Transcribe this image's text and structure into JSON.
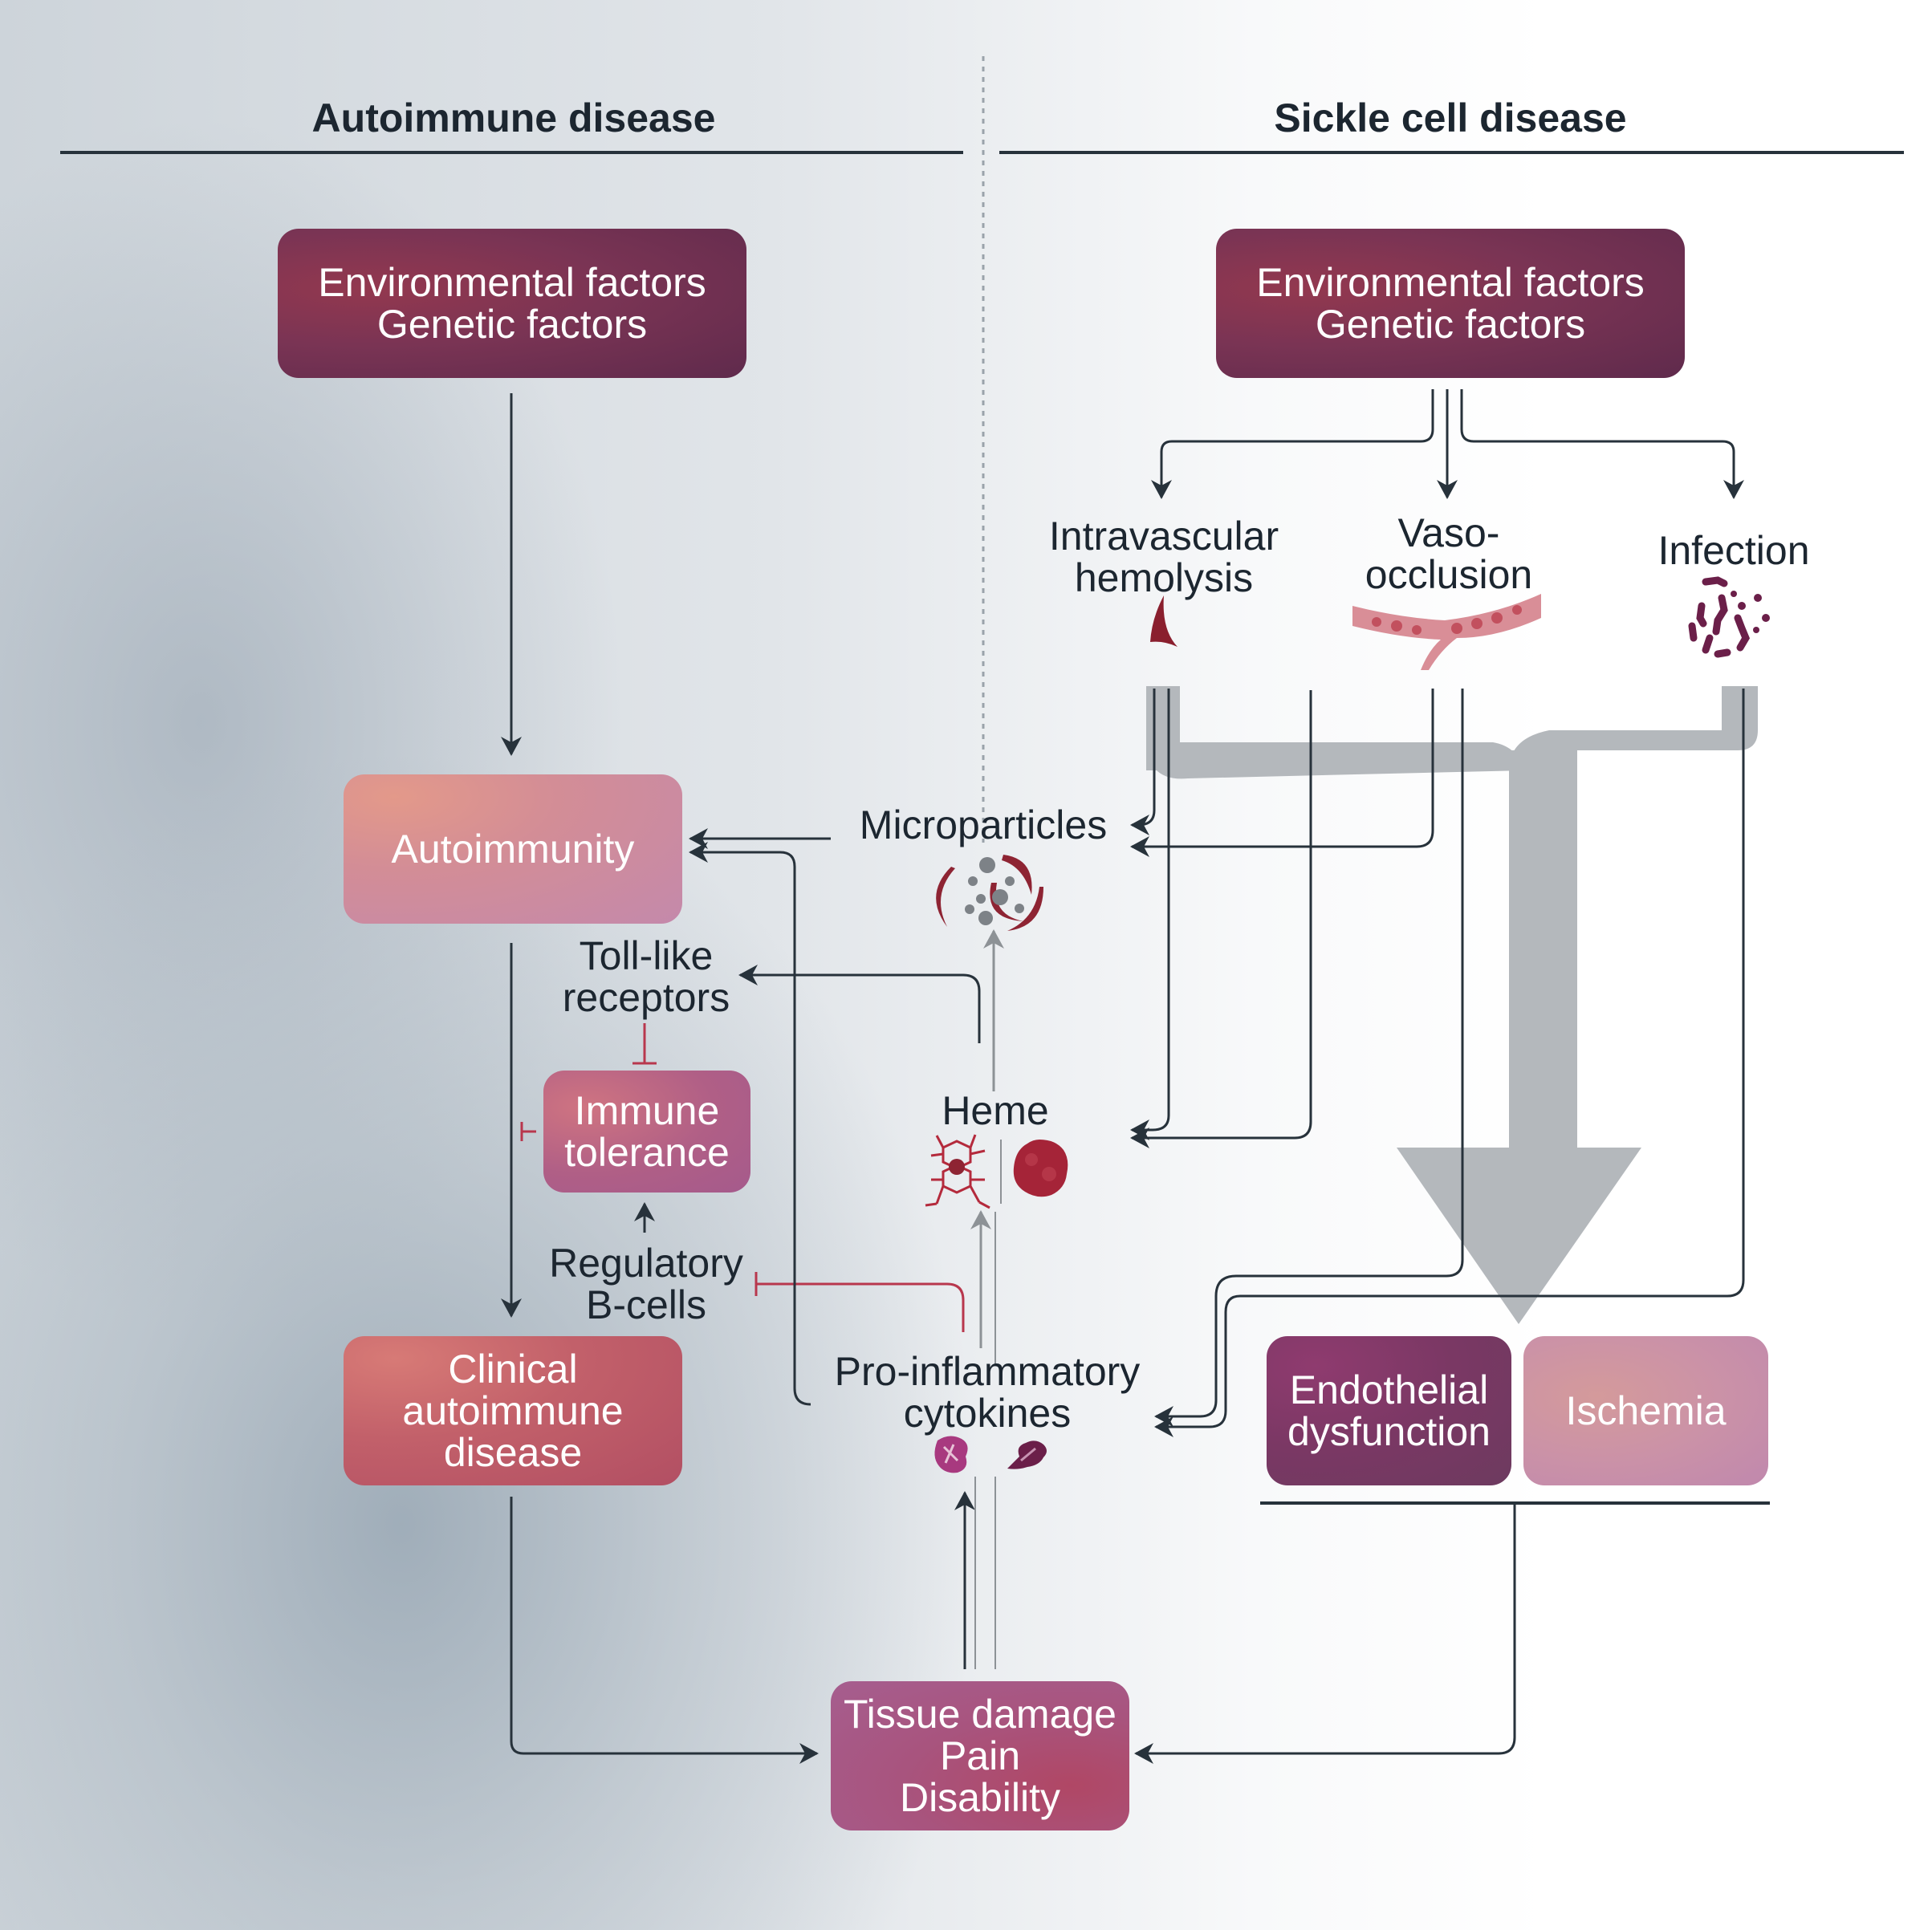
{
  "sections": {
    "left_title": "Autoimmune disease",
    "right_title": "Sickle cell disease"
  },
  "autoimmune": {
    "factors": [
      "Environmental factors",
      "Genetic factors"
    ],
    "autoimmunity": "Autoimmunity",
    "toll_like": [
      "Toll-like",
      "receptors"
    ],
    "immune_tolerance": [
      "Immune",
      "tolerance"
    ],
    "regulatory_b": [
      "Regulatory",
      "B-cells"
    ],
    "clinical": [
      "Clinical",
      "autoimmune",
      "disease"
    ]
  },
  "sickle": {
    "factors": [
      "Environmental factors",
      "Genetic factors"
    ],
    "hemolysis": [
      "Intravascular",
      "hemolysis"
    ],
    "vaso": [
      "Vaso-",
      "occlusion"
    ],
    "infection": "Infection",
    "endothelial": [
      "Endothelial",
      "dysfunction"
    ],
    "ischemia": "Ischemia"
  },
  "shared": {
    "microparticles": "Microparticles",
    "heme": "Heme",
    "cytokines": [
      "Pro-inflammatory",
      "cytokines"
    ],
    "outcome": [
      "Tissue damage",
      "Pain",
      "Disability"
    ]
  },
  "icons": {
    "hemolysis": "sickle-cell-icon",
    "vaso": "blood-vessel-icon",
    "infection": "bacteria-icon",
    "microparticles": "microparticles-icon",
    "heme": "heme-molecule-icon",
    "heme_protein": "hemoglobin-icon",
    "cytokines": "cytokine-protein-icon"
  },
  "colors": {
    "line": "#27323b",
    "inhibit": "#b8374d",
    "big_arrow": "#b4b8bc",
    "gray_arrow": "#8d9296"
  }
}
